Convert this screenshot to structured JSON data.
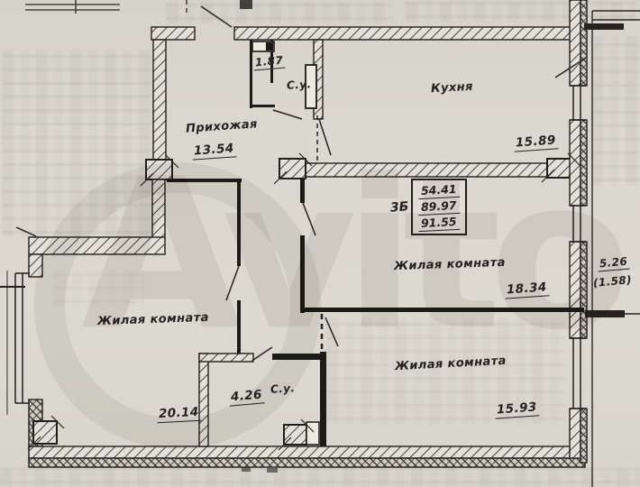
{
  "watermark": "Avito",
  "stamp": {
    "flat_type": "3Б",
    "living_area": "54.41",
    "apartment_area": "89.97",
    "total_area": "91.55"
  },
  "rooms": {
    "hallway_name": "Прихожая",
    "hallway_area": "13.54",
    "closet_area": "1.87",
    "bath_top_name": "С.у.",
    "kitchen_name": "Кухня",
    "kitchen_area": "15.89",
    "living_mid_name": "Жилая комната",
    "living_mid_area": "18.34",
    "living_right_name": "Жилая комната",
    "living_right_area": "15.93",
    "living_left_name": "Жилая комната",
    "living_left_area": "20.14",
    "bath_bottom_name": "С.у.",
    "bath_bottom_area": "4.26",
    "loggia_area": "5.26",
    "loggia_area_reduced": "(1.58)"
  }
}
